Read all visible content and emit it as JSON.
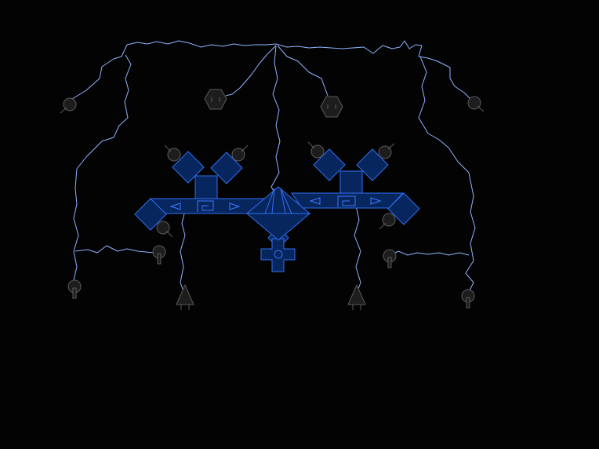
{
  "scene": {
    "background": "#030303",
    "colors": {
      "lightning": "#8fb4ff",
      "hull_fill": "#08265e",
      "hull_stroke": "#2f6ff0",
      "detail": "#3a7bff",
      "node_fill": "#1d1d1d",
      "node_stroke": "#5a5a5a"
    }
  },
  "boss_parts": {
    "central_core": "diamond-spire",
    "left_wing": "diamond-turret-wing",
    "right_wing": "diamond-turret-wing",
    "lower_cross": "cross-emitter"
  },
  "turret_count": 8,
  "node_count": 10
}
